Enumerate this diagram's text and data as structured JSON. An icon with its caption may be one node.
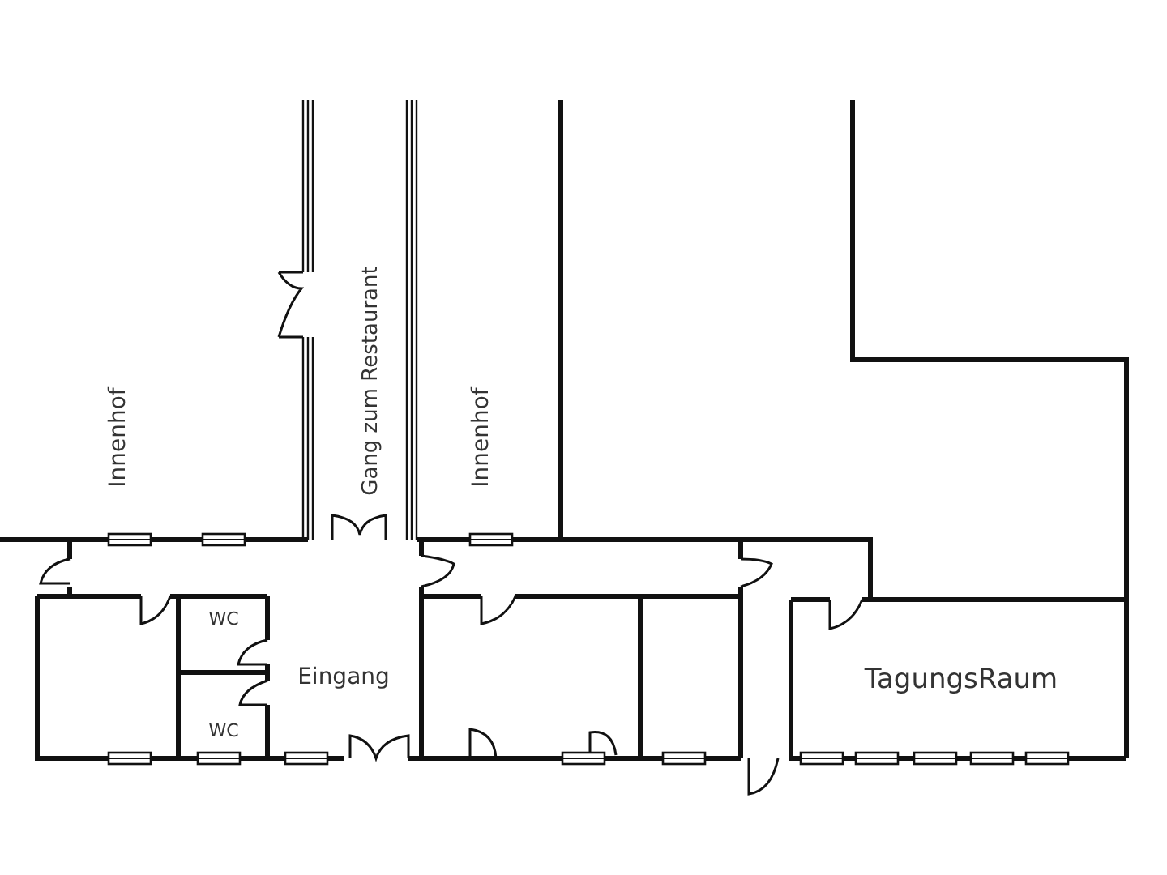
{
  "diagram": {
    "labels": [
      "Gang zum Restaurant",
      "Innenhof",
      "Innenhof",
      "WC",
      "Eingang",
      "WC",
      "TagungsRaum"
    ]
  }
}
